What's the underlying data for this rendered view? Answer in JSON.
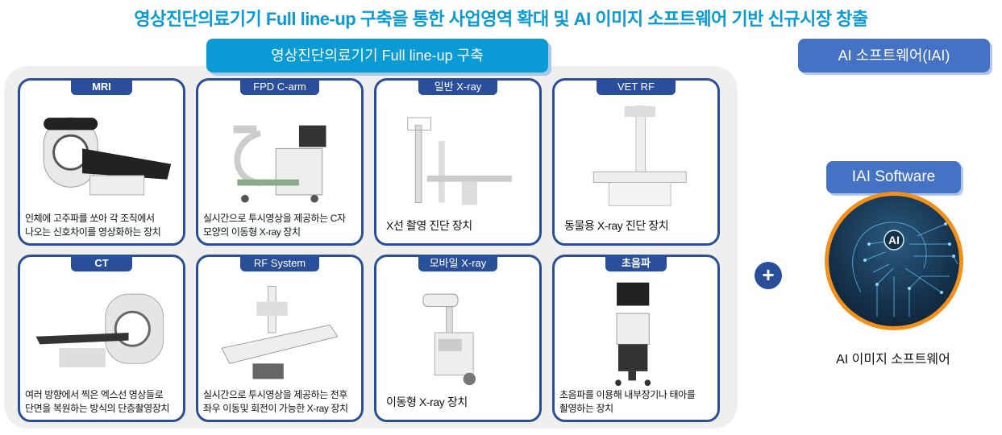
{
  "title": "영상진단의료기기 Full line-up 구축을 통한 사업영역 확대 및 AI 이미지 소프트웨어 기반 신규시장 창출",
  "main_banner": "영상진단의료기기 Full line-up 구축",
  "ai_banner": "AI 소프트웨어(IAI)",
  "iai_banner": "IAI Software",
  "ai_logo": "AI",
  "ai_caption": "AI 이미지 소프트웨어",
  "plus": "+",
  "colors": {
    "title": "#0a9ad6",
    "card_border": "#2a4f9a",
    "ai_banner": "#4472c4",
    "ring": "#f39019"
  },
  "cards": [
    {
      "label": "MRI",
      "desc1": "인체에 고주파를 쏘아 각 조직에서",
      "desc2": "나오는 신호차이를 영상화하는 장치"
    },
    {
      "label": "FPD C-arm",
      "desc1": "실시간으로 투시영상을 제공하는 C자",
      "desc2": "모양의 이동형 X-ray 장치"
    },
    {
      "label": "일반 X-ray",
      "desc1": "X선 촬영 진단 장치",
      "desc2": ""
    },
    {
      "label": "VET RF",
      "desc1": "동물용 X-ray 진단 장치",
      "desc2": ""
    },
    {
      "label": "CT",
      "desc1": "여러 방향에서 찍은 엑스선 영상들로",
      "desc2": "단면을 복원하는 방식의 단층촬영장치"
    },
    {
      "label": "RF System",
      "desc1": "실시간으로 투시영상을 제공하는 전후",
      "desc2": "좌우 이동및 회전이 가능한 X-ray 장치"
    },
    {
      "label": "모바일 X-ray",
      "desc1": "이동형 X-ray 장치",
      "desc2": ""
    },
    {
      "label": "초음파",
      "desc1": "초음파를 이용해 내부장기나 태아를",
      "desc2": "촬영하는 장치"
    }
  ]
}
